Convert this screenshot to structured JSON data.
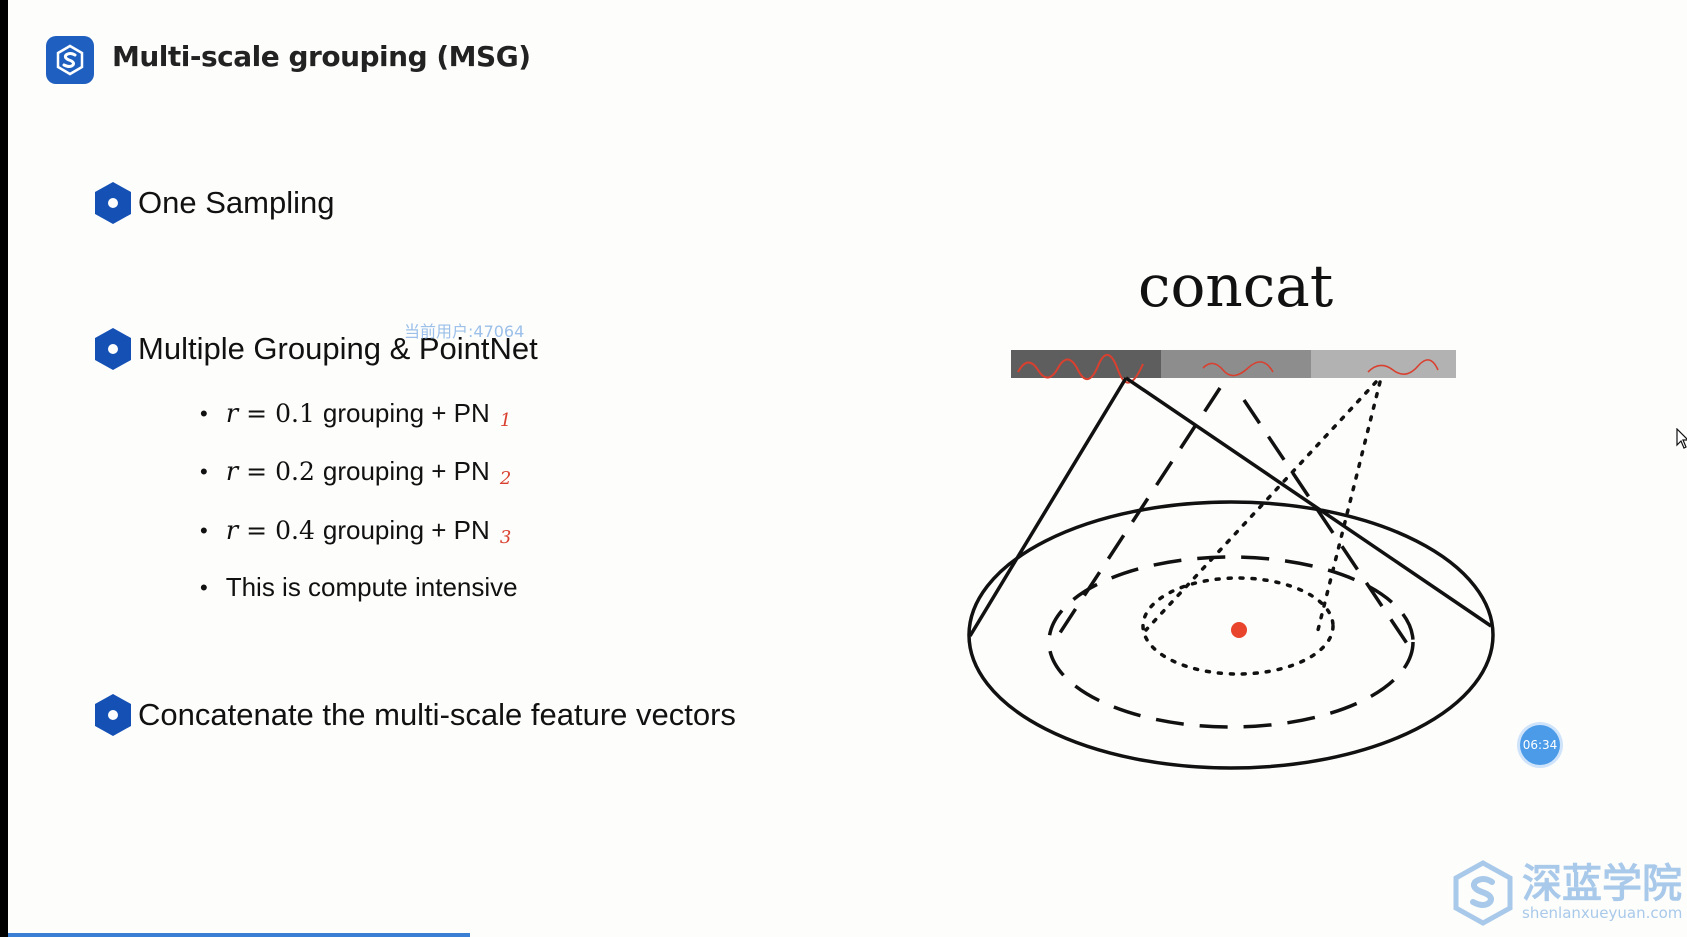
{
  "header": {
    "title": "Multi-scale grouping (MSG)"
  },
  "bullets": [
    {
      "text": "One Sampling"
    },
    {
      "text": "Multiple Grouping & PointNet"
    },
    {
      "text": "Concatenate the multi-scale feature vectors"
    }
  ],
  "sub_bullets": [
    {
      "var": "r",
      "eq": "=",
      "value": "0.1",
      "text": "grouping + PN",
      "annotation": "1"
    },
    {
      "var": "r",
      "eq": "=",
      "value": "0.2",
      "text": "grouping + PN",
      "annotation": "2"
    },
    {
      "var": "r",
      "eq": "=",
      "value": "0.4",
      "text": "grouping + PN",
      "annotation": "3"
    },
    {
      "text": "This is compute intensive"
    }
  ],
  "watermark": "当前用户:47064",
  "diagram": {
    "title": "concat"
  },
  "timer": "06:34",
  "brand": {
    "name": "深蓝学院",
    "url": "shenlanxueyuan.com"
  },
  "colors": {
    "accent": "#1f5fbf",
    "annotation": "#d9402f",
    "center_point": "#e8452c"
  }
}
